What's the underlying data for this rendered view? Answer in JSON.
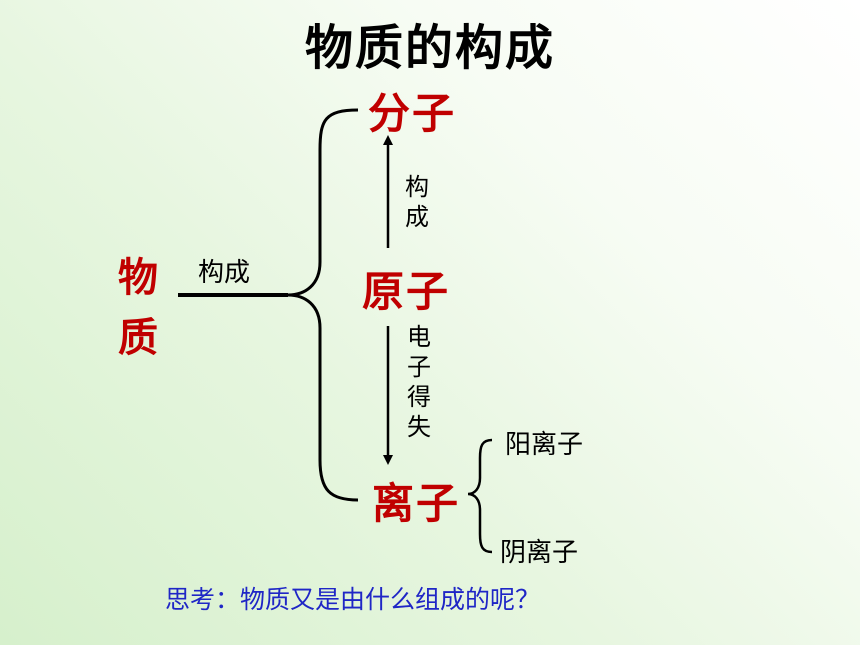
{
  "title": "物质的构成",
  "matter": {
    "char1": "物",
    "char2": "质"
  },
  "edge_matter": "构成",
  "nodes": {
    "molecule": "分子",
    "atom": "原子",
    "ion": "离子",
    "cation": "阳离子",
    "anion": "阴离子"
  },
  "edge_atom_molecule": {
    "c1": "构",
    "c2": "成"
  },
  "edge_atom_ion": {
    "c1": "电",
    "c2": "子",
    "c3": "得",
    "c4": "失"
  },
  "question": "思考：物质又是由什么组成的呢？",
  "colors": {
    "node_red": "#c00000",
    "question_blue": "#1f26c6",
    "line": "#000000"
  }
}
